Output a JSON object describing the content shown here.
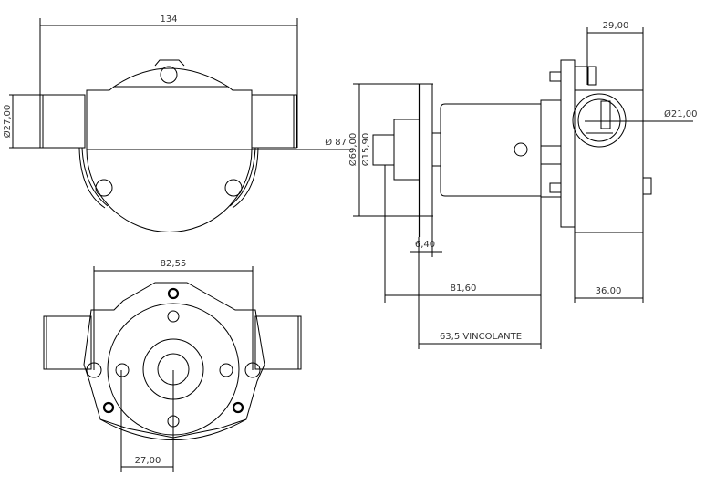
{
  "drawing": {
    "top_view": {
      "width_dim": "134",
      "pipe_dia": "Ø27,00",
      "body_dia": "Ø 87"
    },
    "side_view": {
      "flange_dia": "Ø69,00",
      "shaft_dia": "Ø15,90",
      "port_dia": "Ø21,00",
      "depth_dim": "29,00",
      "flange_thickness": "6,40",
      "length_dim": "81,60",
      "mount_dim": "63,5 VINCOLANTE",
      "body_depth": "36,00"
    },
    "front_view": {
      "bolt_span": "82,55",
      "hole_offset": "27,00"
    }
  }
}
